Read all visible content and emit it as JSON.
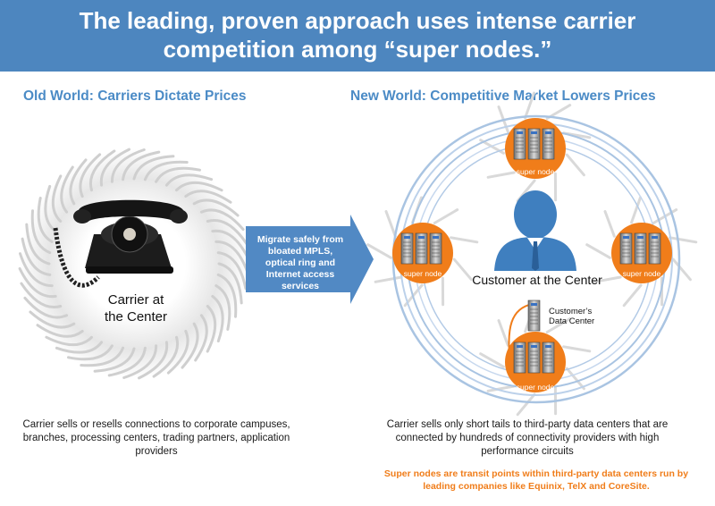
{
  "banner": {
    "line1": "The leading, proven approach uses intense carrier",
    "line2": "competition among “super nodes.”"
  },
  "old_world": {
    "title": "Old World: Carriers Dictate Prices",
    "center_label_line1": "Carrier at",
    "center_label_line2": "the Center",
    "description": "Carrier sells or resells connections to corporate campuses, branches, processing centers, trading partners, application providers"
  },
  "arrow": {
    "text": "Migrate safely from bloated MPLS, optical ring and Internet access services"
  },
  "new_world": {
    "title": "New World: Competitive Market Lowers Prices",
    "center_label": "Customer at the Center",
    "data_center_label_line1": "Customer’s",
    "data_center_label_line2": "Data Center",
    "node_label": "super node",
    "description": "Carrier sells only short tails to third-party data centers that are connected by hundreds of connectivity providers with high performance circuits"
  },
  "footnote": "Super nodes are transit points within third-party data centers run by leading companies like Equinix, TelX and CoreSite.",
  "colors": {
    "banner": "#4d86bf",
    "title": "#4b8bc6",
    "node": "#f07d1a",
    "arrow": "#5189c4",
    "person": "#3f7fbf"
  }
}
